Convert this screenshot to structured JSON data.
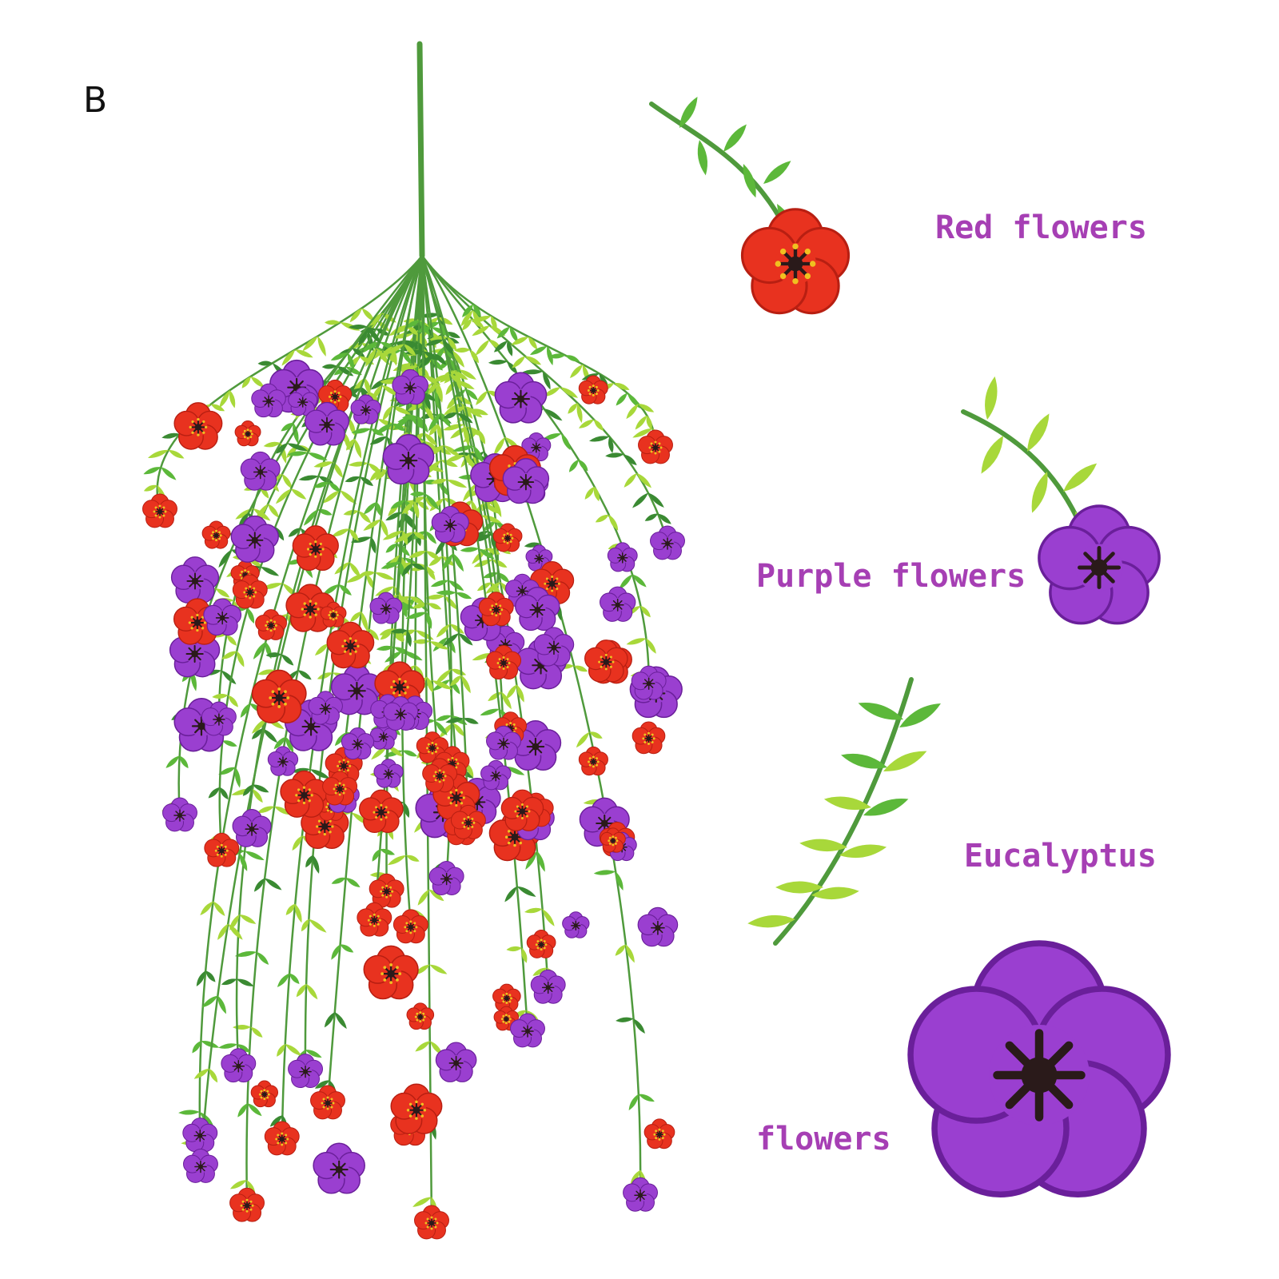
{
  "variant_letter": "B",
  "labels": {
    "red": "Red flowers",
    "purple": "Purple flowers",
    "eucalyptus": "Eucalyptus",
    "flowers": "flowers"
  },
  "colors": {
    "label": "#a63fb4",
    "red_flower": "#e8321f",
    "red_flower_dark": "#b81f12",
    "purple_flower": "#9a3fd0",
    "purple_flower_dark": "#6a1f9a",
    "leaf_light": "#a8d83a",
    "leaf_mid": "#5cb83a",
    "leaf_dark": "#3a8a32",
    "stem": "#4f9a3c",
    "stamen": "#2a1a1a",
    "pollen": "#f0c020"
  }
}
